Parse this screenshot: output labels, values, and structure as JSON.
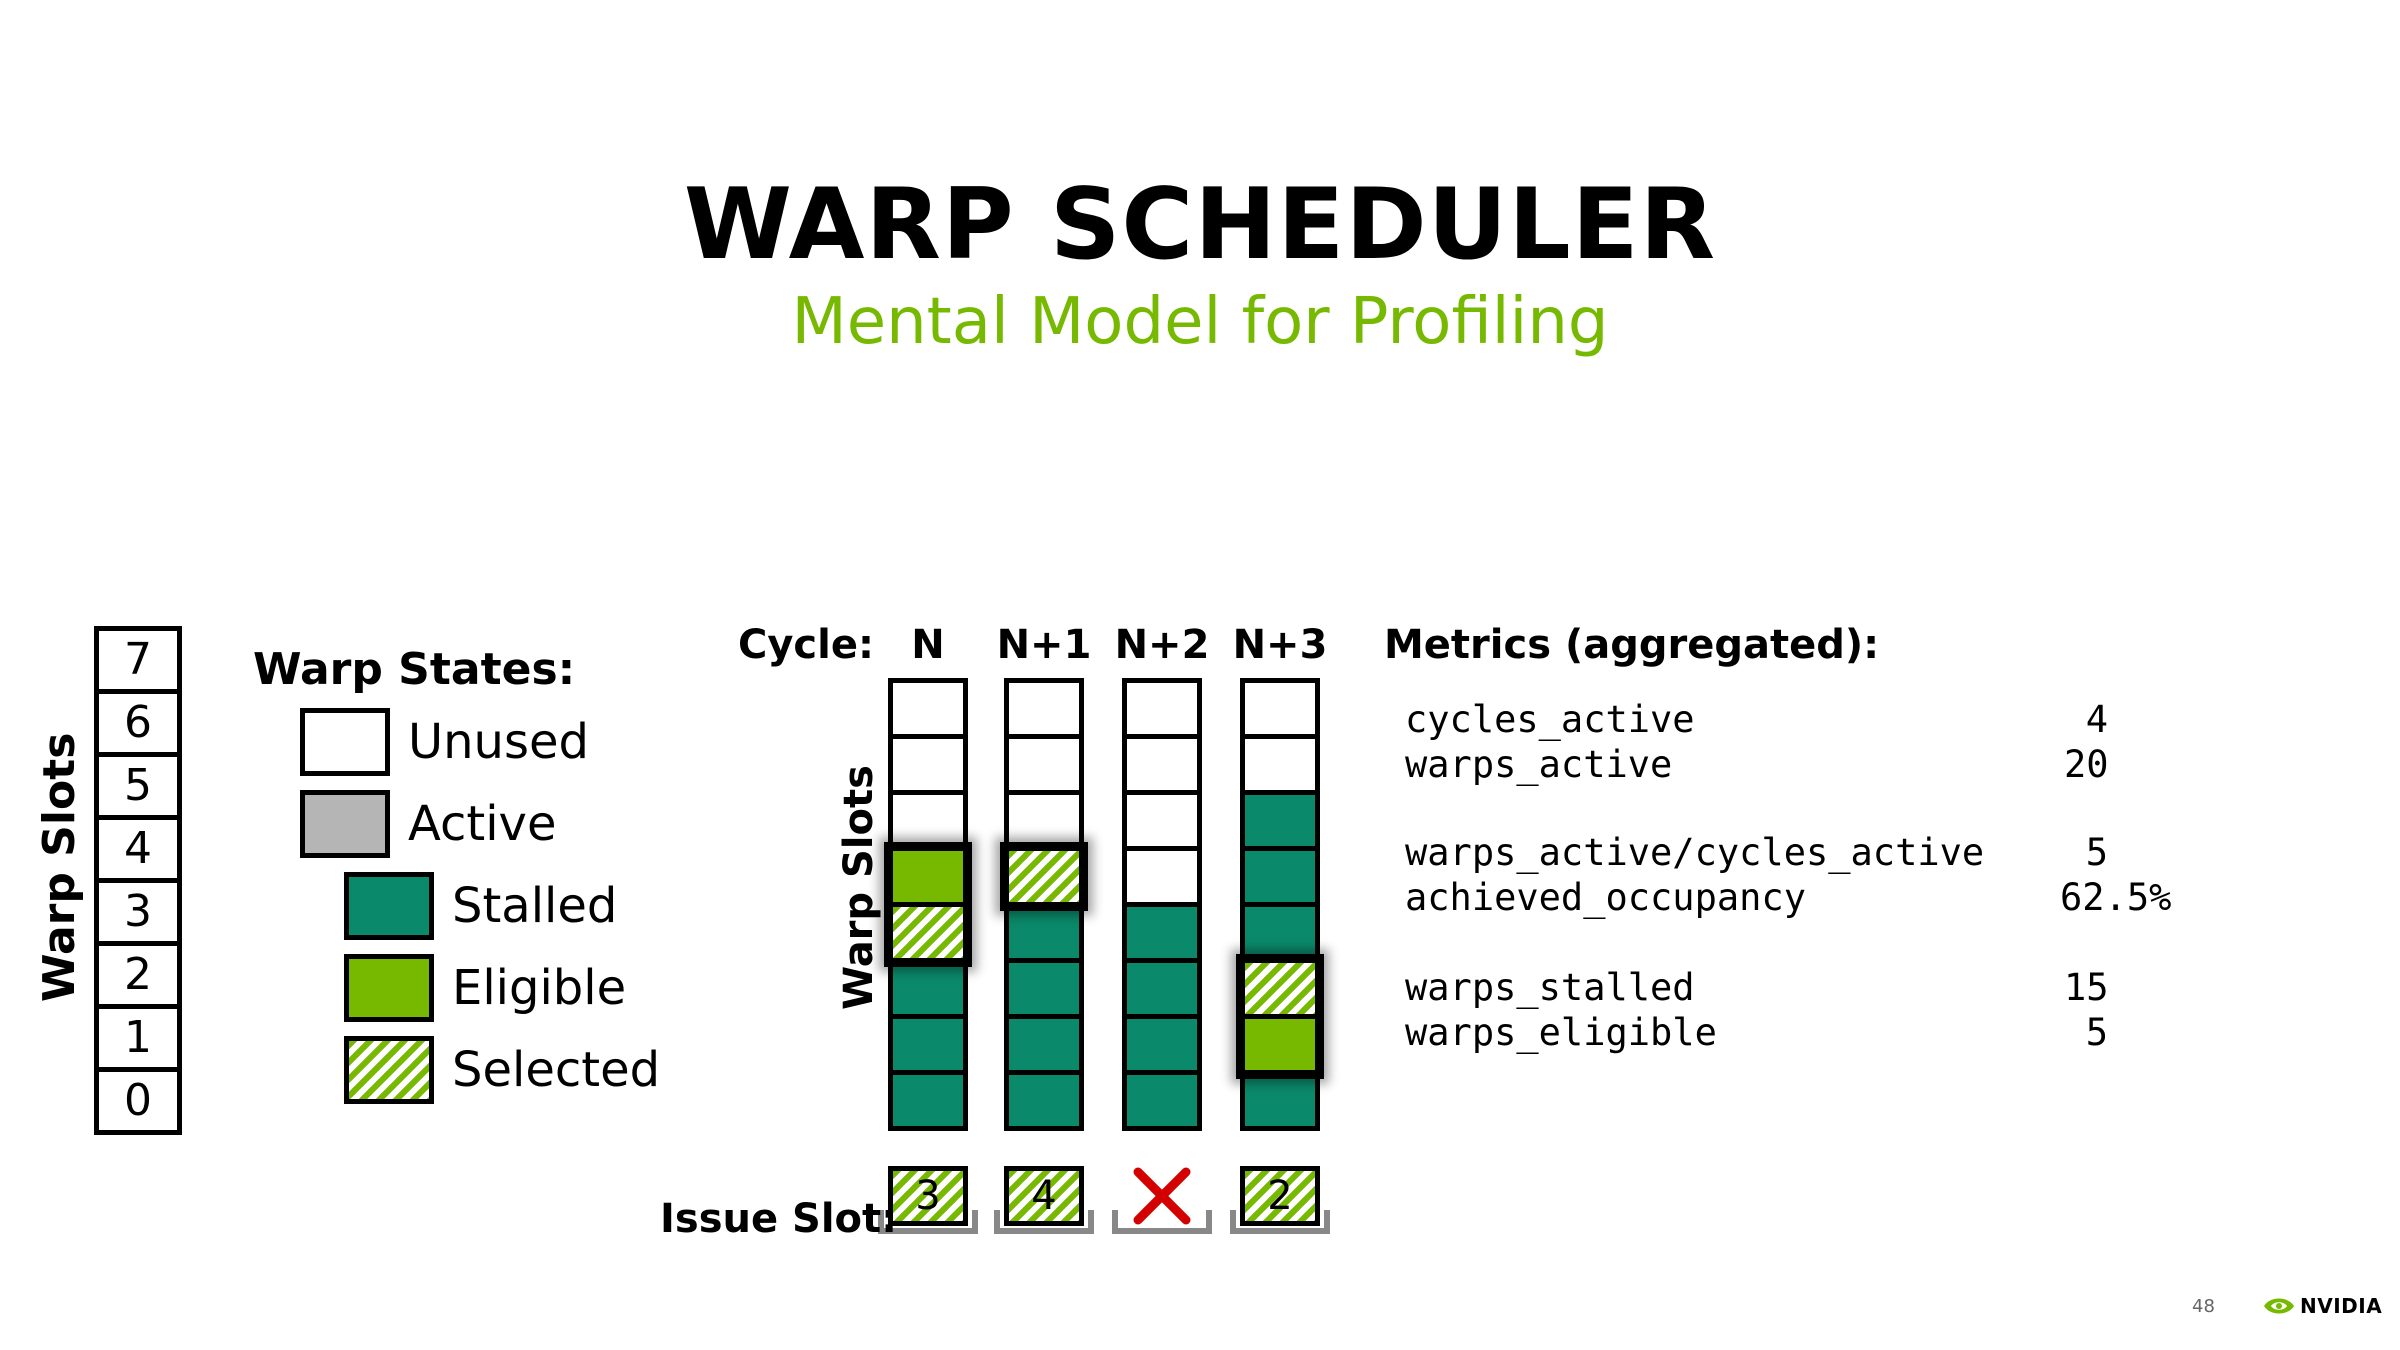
{
  "title": "WARP SCHEDULER",
  "subtitle": "Mental Model for Profiling",
  "warp_slots_label": "Warp Slots",
  "warp_slot_numbers": [
    "7",
    "6",
    "5",
    "4",
    "3",
    "2",
    "1",
    "0"
  ],
  "legend": {
    "heading": "Warp States:",
    "items": [
      {
        "label": "Unused",
        "state": "unused"
      },
      {
        "label": "Active",
        "state": "active"
      },
      {
        "label": "Stalled",
        "state": "stalled"
      },
      {
        "label": "Eligible",
        "state": "eligible"
      },
      {
        "label": "Selected",
        "state": "selected"
      }
    ]
  },
  "colors": {
    "green": "#76b900",
    "stalled": "#0a8a6a",
    "active_gray": "#b5b5b5",
    "red_x": "#d40000"
  },
  "cycle_label": "Cycle:",
  "cycles": [
    {
      "name": "N",
      "slots_top_to_bottom": [
        "unused",
        "unused",
        "unused",
        "eligible",
        "selected",
        "stalled",
        "stalled",
        "stalled"
      ],
      "issue": "3"
    },
    {
      "name": "N+1",
      "slots_top_to_bottom": [
        "unused",
        "unused",
        "unused",
        "selected",
        "stalled",
        "stalled",
        "stalled",
        "stalled"
      ],
      "issue": "4"
    },
    {
      "name": "N+2",
      "slots_top_to_bottom": [
        "unused",
        "unused",
        "unused",
        "unused",
        "stalled",
        "stalled",
        "stalled",
        "stalled"
      ],
      "issue": ""
    },
    {
      "name": "N+3",
      "slots_top_to_bottom": [
        "unused",
        "unused",
        "stalled",
        "stalled",
        "stalled",
        "selected",
        "eligible",
        "stalled"
      ],
      "issue": "2"
    }
  ],
  "issue_slot_label": "Issue Slot:",
  "no_issue_icon": "x-mark-icon",
  "metrics_heading": "Metrics (aggregated):",
  "metrics": [
    {
      "name": "cycles_active",
      "value": "4"
    },
    {
      "name": "warps_active",
      "value": "20"
    },
    {
      "name": "warps_active/cycles_active",
      "value": "5"
    },
    {
      "name": "achieved_occupancy",
      "value": "62.5%"
    },
    {
      "name": "warps_stalled",
      "value": "15"
    },
    {
      "name": "warps_eligible",
      "value": "5"
    }
  ],
  "page_number": "48",
  "logo_text": "NVIDIA",
  "logo_icon": "nvidia-eye-logo-icon"
}
